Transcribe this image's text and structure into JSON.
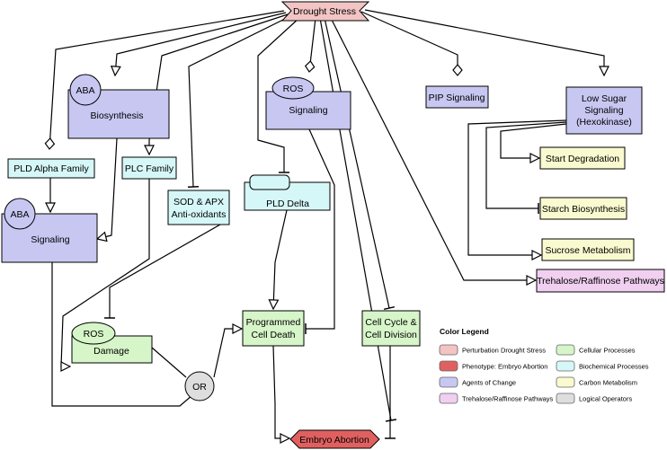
{
  "colors": {
    "perturbation": "#f2c4c4",
    "phenotype": "#e06060",
    "agents": "#c7c7f2",
    "trehalose": "#f0cff0",
    "cellular": "#d6f5c8",
    "biochemical": "#d6f7f7",
    "carbon": "#fafad0",
    "logical": "#dedede"
  },
  "nodes": {
    "drought": "Drought Stress",
    "aba_bio_tag": "ABA",
    "aba_bio": "Biosynthesis",
    "ros_sig_tag": "ROS",
    "ros_sig": "Signaling",
    "pip": "PIP Signaling",
    "low_sugar": [
      "Low Sugar",
      "Signaling",
      "(Hexokinase)"
    ],
    "start_deg": "Start Degradation",
    "starch_bio": "Starch Biosynthesis",
    "sucrose": "Sucrose Metabolism",
    "trehalose": "Trehalose/Raffinose Pathways",
    "pld_alpha": "PLD Alpha Family",
    "plc": "PLC Family",
    "sod": [
      "SOD & APX",
      "Anti-oxidants"
    ],
    "pld_delta": "PLD Delta",
    "aba_sig_tag": "ABA",
    "aba_sig": "Signaling",
    "pcd": [
      "Programmed",
      "Cell Death"
    ],
    "cell_cycle": [
      "Cell Cycle &",
      "Cell Division"
    ],
    "ros_dmg_tag": "ROS",
    "ros_dmg": "Damage",
    "or": "OR",
    "embryo": "Embryo Abortion"
  },
  "legend": {
    "title": "Color Legend",
    "items": [
      {
        "label": "Perturbation Drought Stress",
        "color": "#f2c4c4"
      },
      {
        "label": "Cellular Processes",
        "color": "#d6f5c8"
      },
      {
        "label": "Phenotype: Embryo Abortion",
        "color": "#e06060"
      },
      {
        "label": "Biochemical Processes",
        "color": "#d6f7f7"
      },
      {
        "label": "Agents of Change",
        "color": "#c7c7f2"
      },
      {
        "label": "Carbon Metabolism",
        "color": "#fafad0"
      },
      {
        "label": "Trehalose/Raffinose Pathways",
        "color": "#f0cff0"
      },
      {
        "label": "Logical Operators",
        "color": "#dedede"
      }
    ]
  }
}
